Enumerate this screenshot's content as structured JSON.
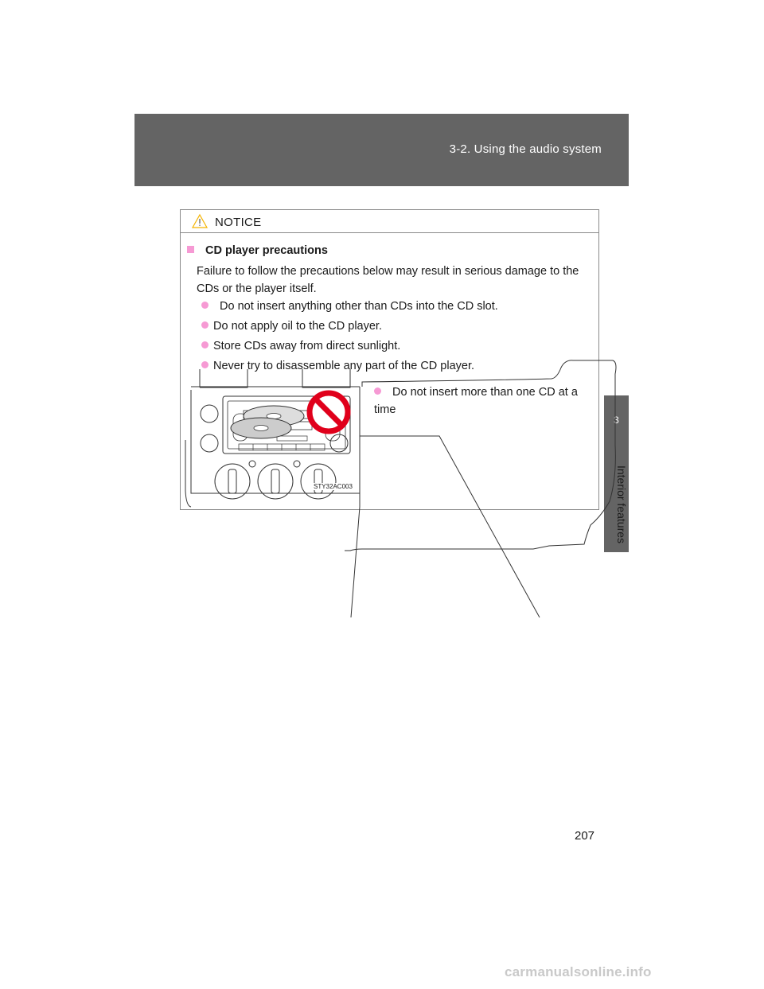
{
  "header": {
    "section_title": "3-2. Using the audio system",
    "chapter_number": "3",
    "chapter_label": "Interior features"
  },
  "notice": {
    "title": "NOTICE",
    "warning_icon": "warning-triangle-icon",
    "heading": "CD player precautions",
    "intro": "Failure to follow the precautions below  may result in serious damage to the CDs or the player itself.",
    "bullets": [
      "Do not insert anything other than CDs into the CD slot.",
      "Do not apply oil to the CD player.",
      "Store CDs away from direct sunlight.",
      "Never try to disassemble any part of the CD player."
    ],
    "illustration_caption": "Do not insert more than one CD at a time",
    "illustration_code": "STY32AC003",
    "prohibition_icon": "no-symbol-icon"
  },
  "page_number": "207",
  "watermark": "carmanualsonline.info",
  "colors": {
    "header_band": "#646464",
    "bullet_accent": "#f69ad4",
    "prohibition_red": "#e0001b"
  }
}
